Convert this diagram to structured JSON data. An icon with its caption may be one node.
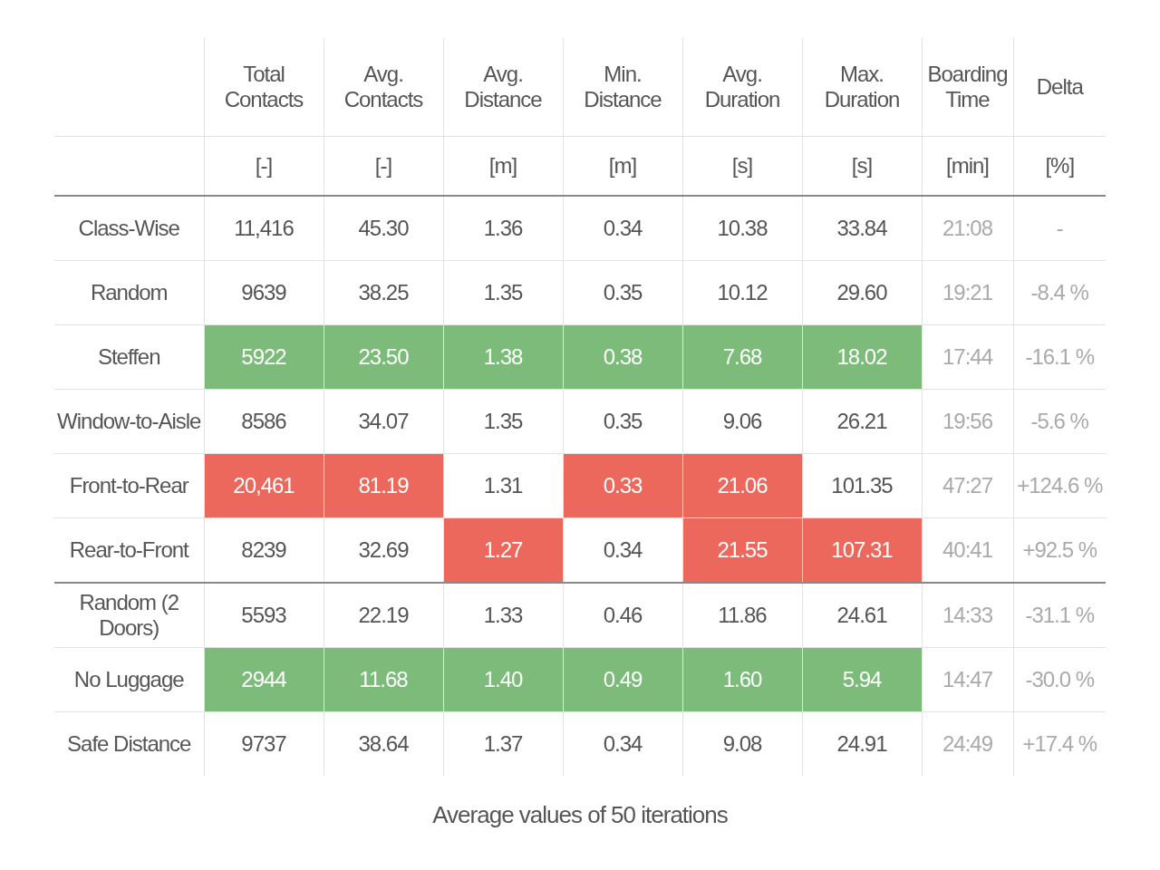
{
  "diagram": {
    "caption": "Average values of 50 iterations",
    "labels": [
      "Total Contacts",
      "Avg. Contacts",
      "Avg. Distance",
      "Min. Distance",
      "Avg. Duration",
      "Max. Duration",
      "Boarding Time",
      "Delta",
      "[-]",
      "[-]",
      "[m]",
      "[m]",
      "[s]",
      "[s]",
      "[min]",
      "[%]",
      "Class-Wise",
      "11,416",
      "45.30",
      "1.36",
      "0.34",
      "10.38",
      "33.84",
      "21:08",
      "-",
      "Random",
      "9639",
      "38.25",
      "1.35",
      "0.35",
      "10.12",
      "29.60",
      "19:21",
      "-8.4 %",
      "Steffen",
      "5922",
      "23.50",
      "1.38",
      "0.38",
      "7.68",
      "18.02",
      "17:44",
      "-16.1 %",
      "Window-to-Aisle",
      "8586",
      "34.07",
      "1.35",
      "0.35",
      "9.06",
      "26.21",
      "19:56",
      "-5.6 %",
      "Front-to-Rear",
      "20,461",
      "81.19",
      "1.31",
      "0.33",
      "21.06",
      "101.35",
      "47:27",
      "+124.6 %",
      "Rear-to-Front",
      "8239",
      "32.69",
      "1.27",
      "0.34",
      "21.55",
      "107.31",
      "40:41",
      "+92.5 %",
      "Random (2 Doors)",
      "5593",
      "22.19",
      "1.33",
      "0.46",
      "11.86",
      "24.61",
      "14:33",
      "-31.1 %",
      "No Luggage",
      "2944",
      "11.68",
      "1.40",
      "0.49",
      "1.60",
      "5.94",
      "14:47",
      "-30.0 %",
      "Safe Distance",
      "9737",
      "38.64",
      "1.37",
      "0.34",
      "9.08",
      "24.91",
      "24:49",
      "+17.4 %"
    ]
  }
}
